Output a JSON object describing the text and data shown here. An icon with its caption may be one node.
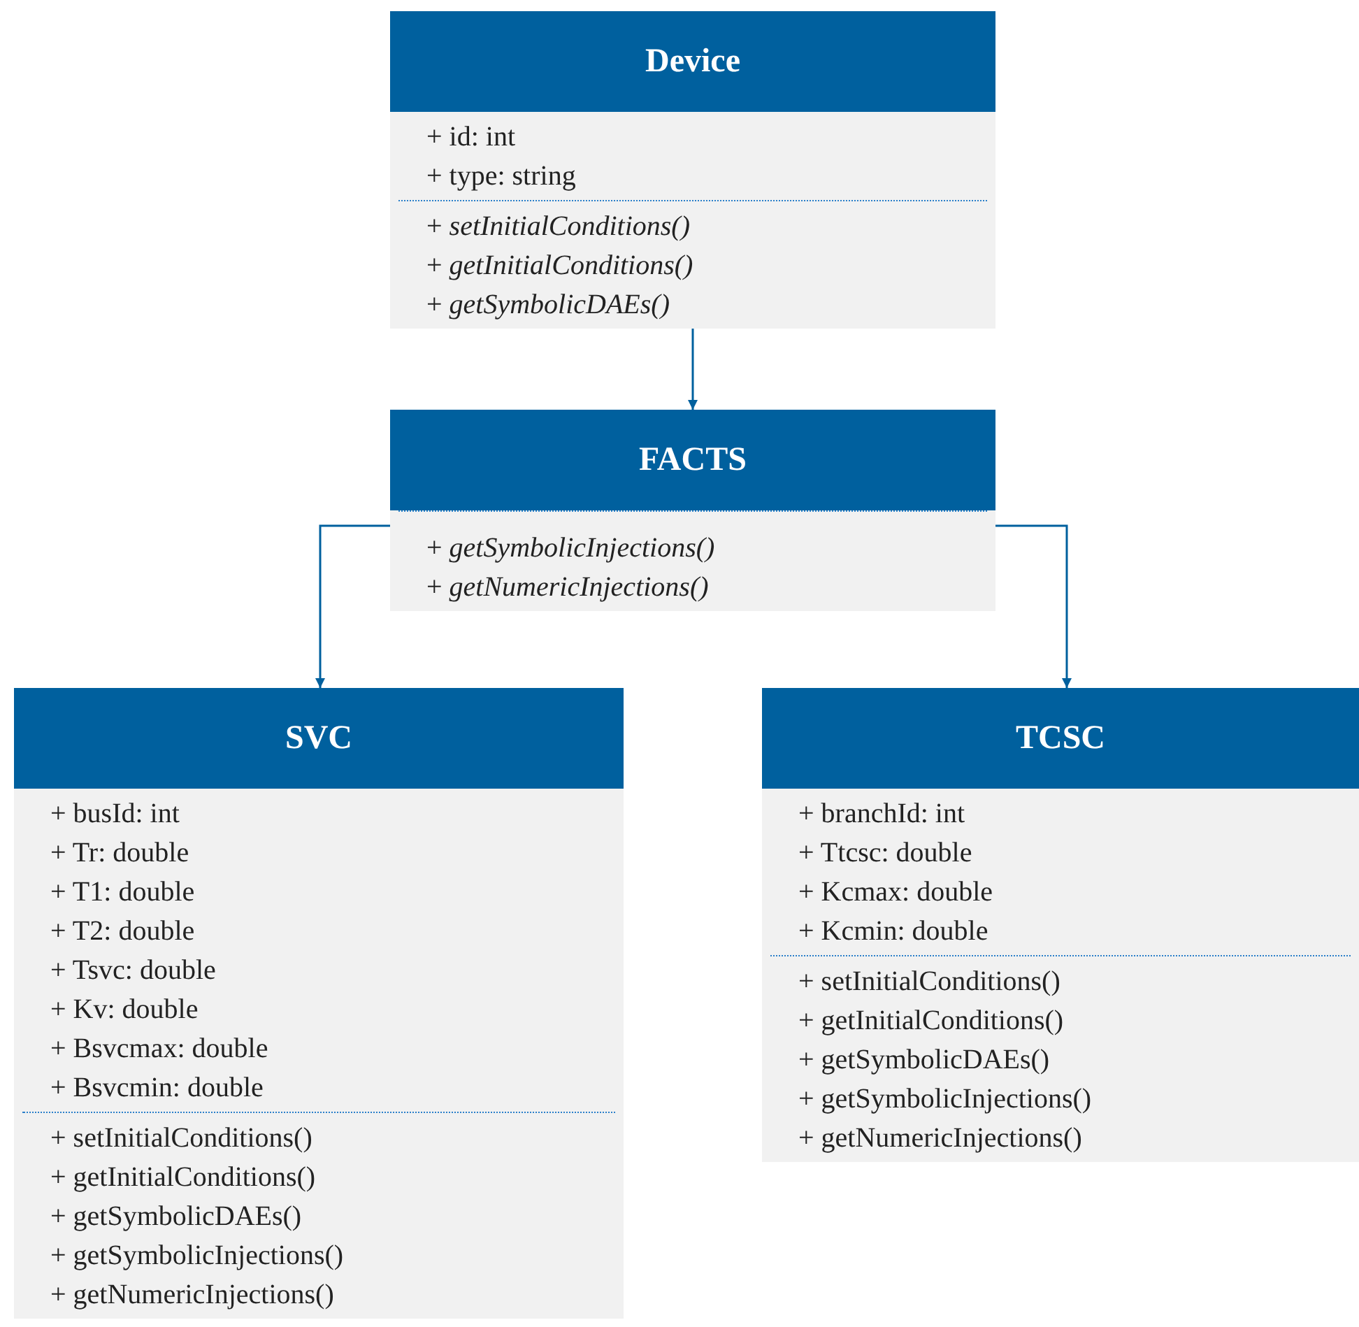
{
  "diagram": {
    "nodes": [
      {
        "text": [
          "Device"
        ]
      },
      {
        "text": [
          "+ id: int",
          "+ type: string"
        ],
        "in": 0
      },
      {
        "text": [
          "+ *setInitialConditions()*",
          "+ *getInitialConditions()*",
          "+ *getSymbolicDAEs()*"
        ],
        "in": 0
      },
      {
        "text": [
          "FACTS"
        ]
      },
      {
        "text": [
          "+ *getSymbolicInjections()*",
          "+ *getNumericInjections()*"
        ],
        "in": 3
      },
      {
        "text": [
          "SVC"
        ]
      },
      {
        "text": [
          "+ busId: int",
          "+ Tr: double",
          "+ T1: double",
          "+ T2: double",
          "+ Tsvc: double",
          "+ Kv: double",
          "+ Bsvcmax: double",
          "+ Bsvcmin: double"
        ],
        "in": 5
      },
      {
        "text": [
          "+ setInitialConditions()",
          "+ getInitialConditions()",
          "+ getSymbolicDAEs()",
          "+ getSymbolicInjections()",
          "+ getNumericInjections()"
        ],
        "in": 5
      },
      {
        "text": [
          "TCSC"
        ]
      },
      {
        "text": [
          "+ branchId: int",
          "+ Ttcsc: double",
          "+ Kcmax: double",
          "+ Kcmin: double"
        ],
        "in": 8
      },
      {
        "text": [
          "+ setInitialConditions()",
          "+ getInitialConditions()",
          "+ getSymbolicDAEs()",
          "+ getSymbolicInjections()",
          "+ getNumericInjections()"
        ],
        "in": 8
      }
    ],
    "edges": [
      {
        "from": 0,
        "to": 3,
        "arrow": "to"
      },
      {
        "from": 3,
        "to": 5,
        "arrow": "to"
      },
      {
        "from": 3,
        "to": 8,
        "arrow": "to"
      }
    ]
  }
}
